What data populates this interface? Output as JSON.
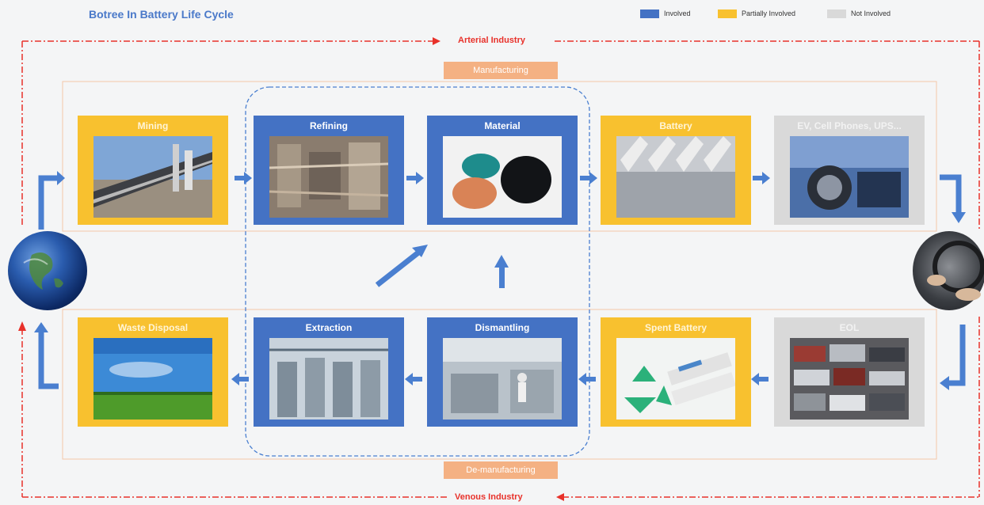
{
  "title": "Botree In Battery Life Cycle",
  "legend": [
    {
      "label": "Involved",
      "color": "#4472c4"
    },
    {
      "label": "Partially Involved",
      "color": "#f8c12f"
    },
    {
      "label": "Not Involved",
      "color": "#d9d9d9"
    }
  ],
  "arterial_label": "Arterial Industry",
  "venous_label": "Venous Industry",
  "manufacturing_label": "Manufacturing",
  "demanufacturing_label": "De-manufacturing",
  "top_row": [
    {
      "label": "Mining",
      "status": "partial"
    },
    {
      "label": "Refining",
      "status": "involved"
    },
    {
      "label": "Material",
      "status": "involved"
    },
    {
      "label": "Battery",
      "status": "partial"
    },
    {
      "label": "EV, Cell Phones, UPS...",
      "status": "not-involved"
    }
  ],
  "bottom_row": [
    {
      "label": "Waste Disposal",
      "status": "partial"
    },
    {
      "label": "Extraction",
      "status": "involved"
    },
    {
      "label": "Dismantling",
      "status": "involved"
    },
    {
      "label": "Spent Battery",
      "status": "partial"
    },
    {
      "label": "EOL",
      "status": "not-involved"
    }
  ],
  "colors": {
    "involved": "#4472c4",
    "partial": "#f8c12f",
    "not_involved": "#d9d9d9",
    "industry_red": "#e8312a",
    "tag": "#f4b183",
    "arrow": "#4a7fd0"
  }
}
